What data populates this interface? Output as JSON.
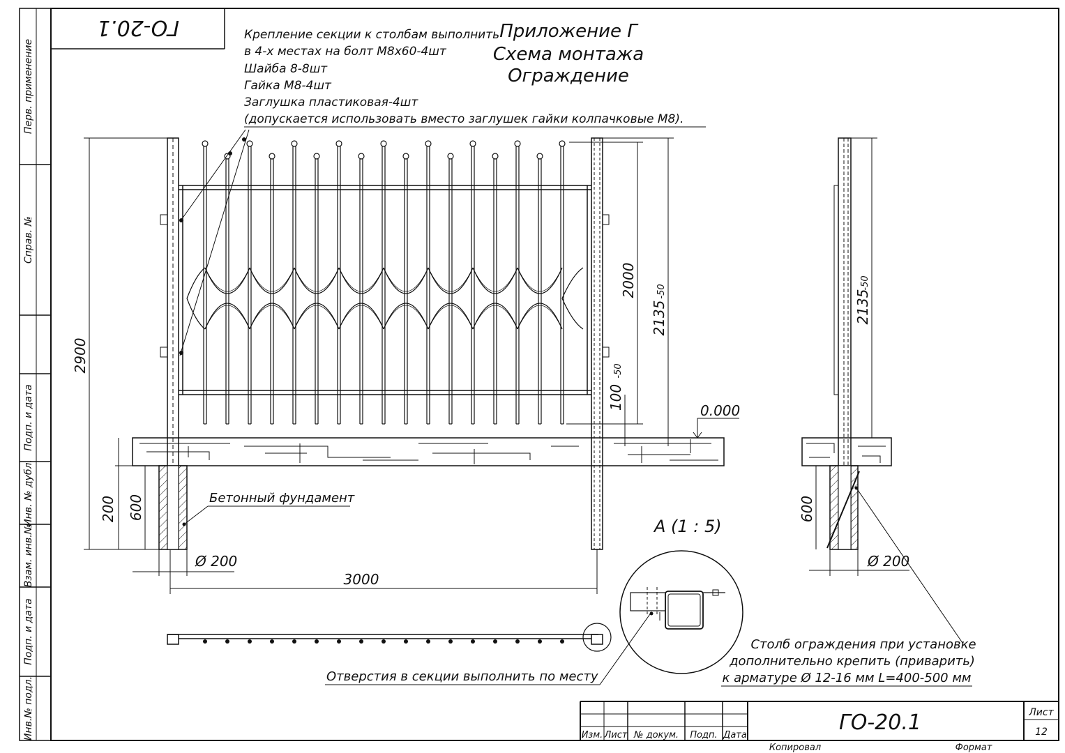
{
  "sheet": {
    "code_top": "ГО-20.1",
    "sheet_label": "Лист",
    "sheet_number": "12",
    "copied_label": "Копировал",
    "format_label": "Формат"
  },
  "side_stamp": {
    "cells": [
      "Перв. применение",
      "Справ. №",
      "Подп. и дата",
      "Инв. № дубл.",
      "Взам. инв.№",
      "Подп. и дата",
      "Инв.№ подл."
    ]
  },
  "title": {
    "line1": "Приложение Г",
    "line2": "Схема монтажа",
    "line3": "Ограждение"
  },
  "notes": [
    "Крепление секции к столбам выполнить",
    "в 4-х местах на болт М8х60-4шт",
    "Шайба 8-8шт",
    "Гайка М8-4шт",
    "Заглушка пластиковая-4шт",
    "(допускается использовать вместо заглушек гайки колпачковые М8)."
  ],
  "dimensions": {
    "total_height": "2900",
    "section_height": "2000",
    "post_height": "2135",
    "post_tol": "-50",
    "gap": "100",
    "gap_tol": "-50",
    "level": "0.000",
    "above_footing": "200",
    "foundation_depth": "600",
    "foundation_diam": "Ø 200",
    "span": "3000",
    "side_height": "2135",
    "side_tol": "-50",
    "side_depth": "600",
    "side_diam": "Ø 200"
  },
  "labels": {
    "foundation": "Бетонный фундамент",
    "detail": "A (1 : 5)",
    "holes": "Отверстия в секции выполнить по месту",
    "post_note": [
      "Столб ограждения при установке",
      "дополнительно крепить (приварить)",
      "к арматуре Ø 12-16 мм L=400-500 мм"
    ]
  },
  "title_block": {
    "cols": [
      "Изм.",
      "Лист",
      "№ докум.",
      "Подп.",
      "Дата"
    ]
  }
}
